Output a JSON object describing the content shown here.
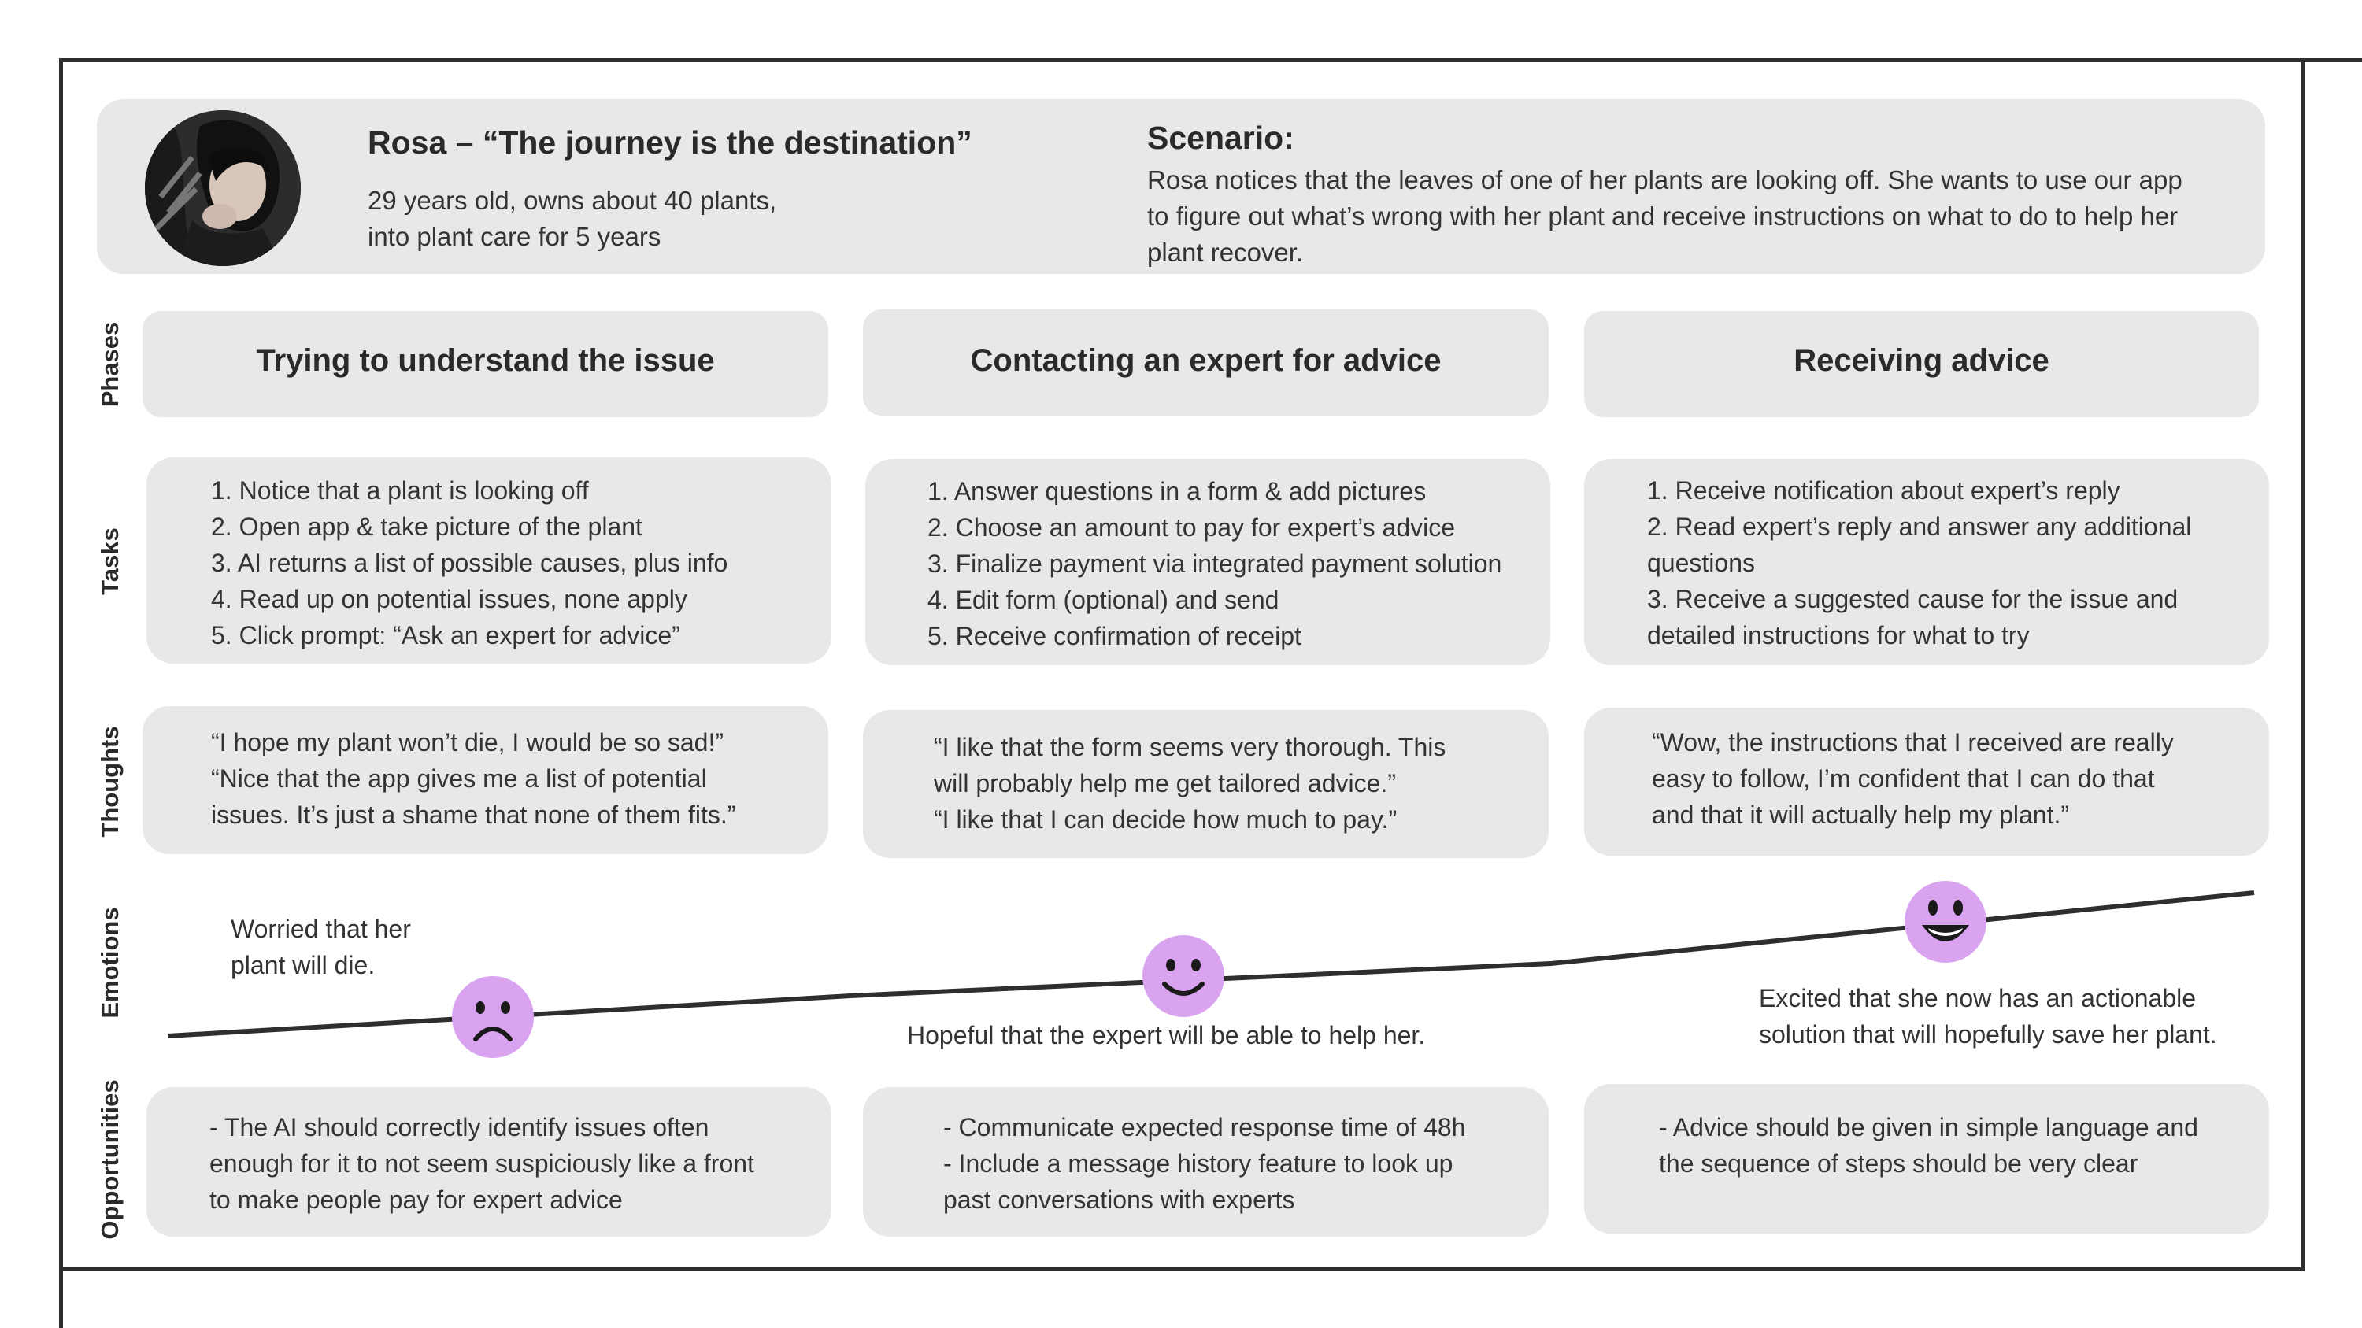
{
  "persona": {
    "name_quote": "Rosa – “The journey is the destination”",
    "info": "29 years old, owns about 40 plants,\ninto plant care for 5 years"
  },
  "scenario": {
    "label": "Scenario:",
    "text": "Rosa notices that the leaves of one of her plants are looking off. She wants to use our app to figure out what’s wrong with her plant and receive instructions on what to do to help her plant recover."
  },
  "row_labels": {
    "phases": "Phases",
    "tasks": "Tasks",
    "thoughts": "Thoughts",
    "emotions": "Emotions",
    "opportunities": "Opportunities"
  },
  "phases": [
    {
      "title": "Trying to understand the issue",
      "tasks": "1. Notice that a plant is looking off\n2. Open app & take picture of the plant\n3. AI returns a list of possible causes, plus info\n4. Read up on potential issues, none apply\n5. Click prompt: “Ask an expert for advice”",
      "thoughts": "“I hope my plant won’t die, I would be so sad!”\n“Nice that the app gives me a list of potential\nissues. It’s just a shame that none of them fits.”",
      "emotion": "Worried that her\nplant will die.",
      "opportunities": "- The AI should correctly identify issues often\nenough for it to not seem suspiciously like a front\nto make people pay for expert advice"
    },
    {
      "title": "Contacting an expert for advice",
      "tasks": "1. Answer questions in a form & add pictures\n2. Choose an amount to pay for expert’s advice\n3. Finalize payment via integrated payment solution\n4. Edit form (optional) and send\n5. Receive confirmation of receipt",
      "thoughts": "“I like that the form seems very thorough. This\nwill probably help me get tailored advice.”\n“I like that I can decide how much to pay.”",
      "emotion": "Hopeful that the expert will be able to help her.",
      "opportunities": "- Communicate expected response time of 48h\n- Include a message history feature to look up\npast conversations with experts"
    },
    {
      "title": "Receiving advice",
      "tasks": "1. Receive notification about expert’s reply\n2. Read expert’s reply and answer any additional\nquestions\n3. Receive a suggested cause for the issue and\ndetailed instructions for what to try",
      "thoughts": "“Wow, the instructions that I received are really\neasy to follow, I’m confident that I can do that\nand that it will actually help my plant.”",
      "emotion": "Excited that she now has an actionable\nsolution that will hopefully save her plant.",
      "opportunities": "- Advice should be given in simple language and\nthe sequence of steps should be very clear"
    }
  ],
  "colors": {
    "box": "#e8e8e8",
    "line": "#2e2e2e",
    "face": "#d9a3f0"
  }
}
